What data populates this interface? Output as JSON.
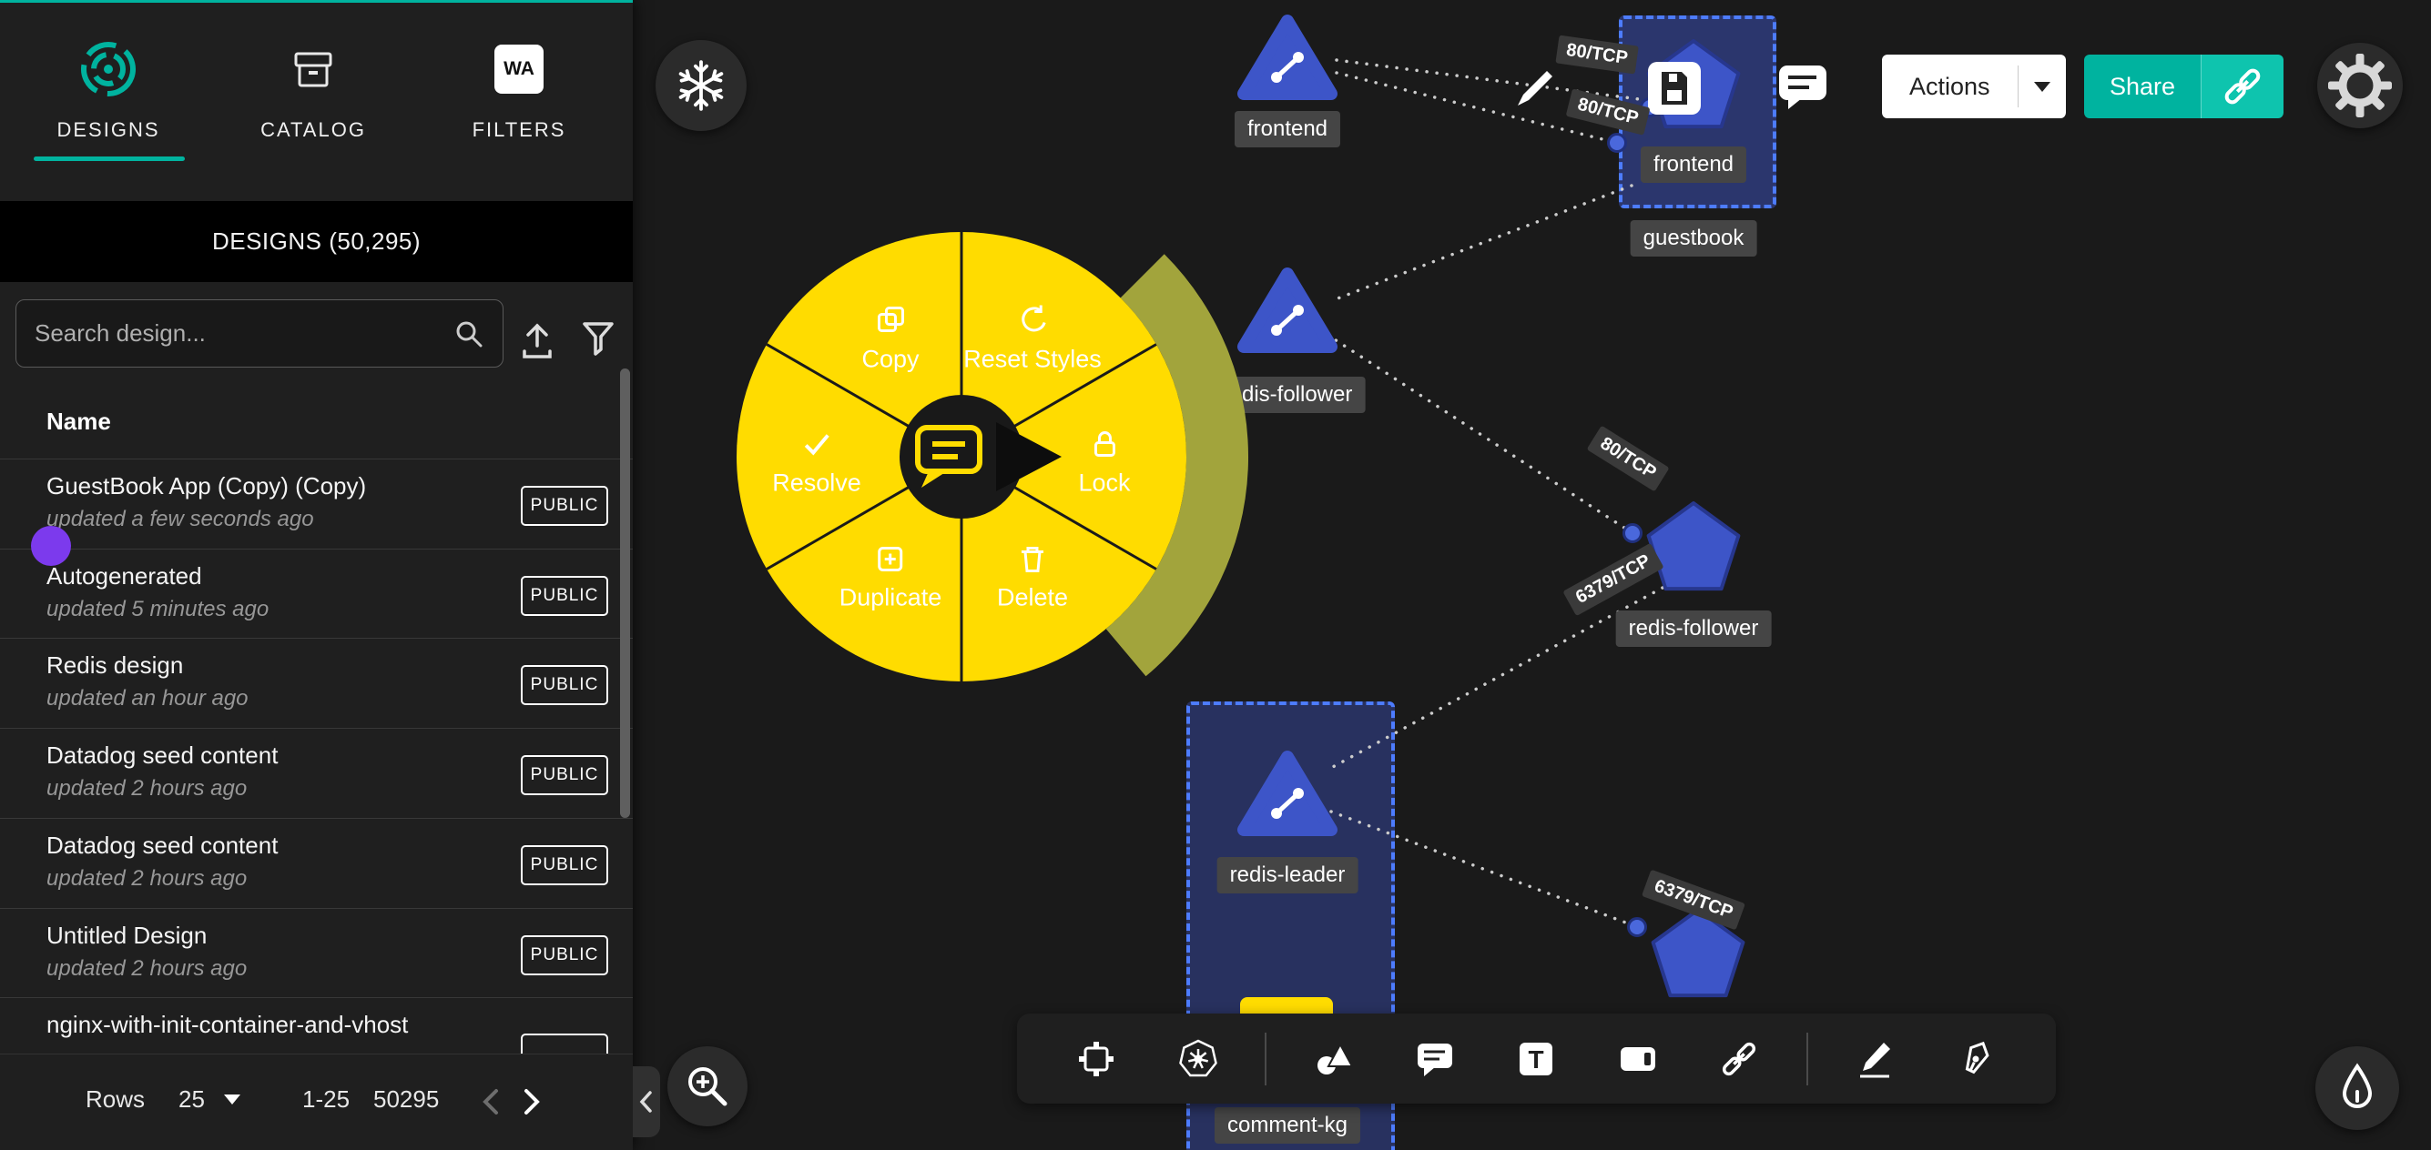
{
  "sidebar": {
    "tabs": [
      {
        "label": "DESIGNS"
      },
      {
        "label": "CATALOG"
      },
      {
        "label": "FILTERS"
      }
    ],
    "filters_icon_text": "WA",
    "panel_title": "DESIGNS (50,295)",
    "search_placeholder": "Search design...",
    "name_column": "Name",
    "designs": [
      {
        "name": "GuestBook App (Copy) (Copy)",
        "updated": "updated a few seconds ago",
        "visibility": "PUBLIC"
      },
      {
        "name": "Autogenerated",
        "updated": "updated 5 minutes ago",
        "visibility": "PUBLIC"
      },
      {
        "name": "Redis design",
        "updated": "updated an hour ago",
        "visibility": "PUBLIC"
      },
      {
        "name": "Datadog seed content",
        "updated": "updated 2 hours ago",
        "visibility": "PUBLIC"
      },
      {
        "name": "Datadog seed content",
        "updated": "updated 2 hours ago",
        "visibility": "PUBLIC"
      },
      {
        "name": "Untitled Design",
        "updated": "updated 2 hours ago",
        "visibility": "PUBLIC"
      },
      {
        "name": "nginx-with-init-container-and-vhost",
        "updated": "",
        "visibility": ""
      }
    ],
    "pagination": {
      "rows_label": "Rows",
      "page_size": "25",
      "range": "1-25",
      "total": "50295"
    }
  },
  "topbar": {
    "actions_label": "Actions",
    "share_label": "Share"
  },
  "canvas": {
    "nodes": [
      {
        "label": "frontend"
      },
      {
        "label": "frontend"
      },
      {
        "label": "guestbook"
      },
      {
        "label": "redis-follower"
      },
      {
        "label": "redis-follower"
      },
      {
        "label": "redis-leader"
      },
      {
        "label": "comment-kg"
      }
    ],
    "edge_labels": [
      "80/TCP",
      "80/TCP",
      "80/TCP",
      "6379/TCP",
      "6379/TCP"
    ],
    "radial_menu": [
      "Copy",
      "Reset Styles",
      "Resolve",
      "Lock",
      "Duplicate",
      "Delete"
    ]
  },
  "colors": {
    "accent_teal": "#00B39F",
    "menu_yellow": "#FFDC00",
    "node_blue": "#3D55C8",
    "selection_blue": "#4D7CFE"
  }
}
